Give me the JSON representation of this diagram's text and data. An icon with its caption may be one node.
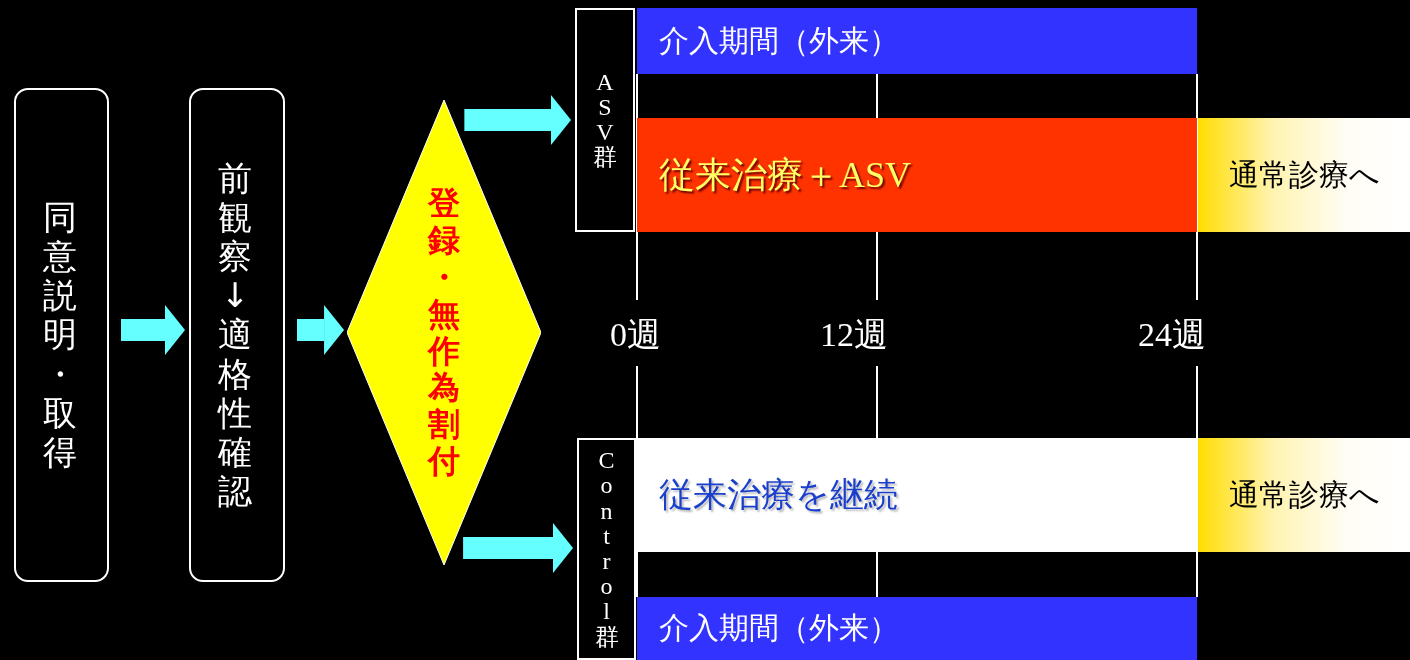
{
  "diagram": {
    "nodes": [
      {
        "text": [
          "同意説明・取得"
        ]
      },
      {
        "text": [
          "前観察↓適格性確認"
        ]
      },
      {
        "text": [
          "登録・無作為割付"
        ]
      },
      {
        "text": [
          "ASV群"
        ]
      },
      {
        "text": [
          "Control群"
        ]
      },
      {
        "text": [
          "介入期間（外来）"
        ]
      },
      {
        "text": [
          "従来治療＋ASV"
        ]
      },
      {
        "text": [
          "通常診療へ"
        ]
      },
      {
        "text": [
          "従来治療を継続"
        ]
      },
      {
        "text": [
          "通常診療へ"
        ]
      },
      {
        "text": [
          "介入期間（外来）"
        ]
      }
    ],
    "edges": [
      {
        "from": 0,
        "to": 1,
        "arrow": "to"
      },
      {
        "from": 1,
        "to": 2,
        "arrow": "to"
      },
      {
        "from": 2,
        "to": 3,
        "arrow": "to"
      },
      {
        "from": 2,
        "to": 4,
        "arrow": "to"
      }
    ],
    "labels": [
      "0週",
      "12週",
      "24週"
    ]
  }
}
